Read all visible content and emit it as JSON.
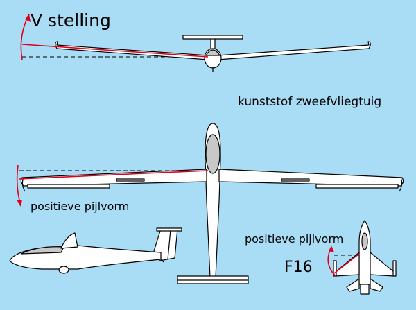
{
  "labels": {
    "title": "V stelling",
    "subtitle": "kunststof zweefvliegtuig",
    "sweep_label_glider": "positieve pijlvorm",
    "sweep_label_f16": "positieve pijlvorm",
    "f16": "F16"
  },
  "colors": {
    "background": "#a9dcf5",
    "highlight_red": "#e0001b",
    "canopy_gray": "#c8c8c8",
    "outline": "#000000"
  }
}
